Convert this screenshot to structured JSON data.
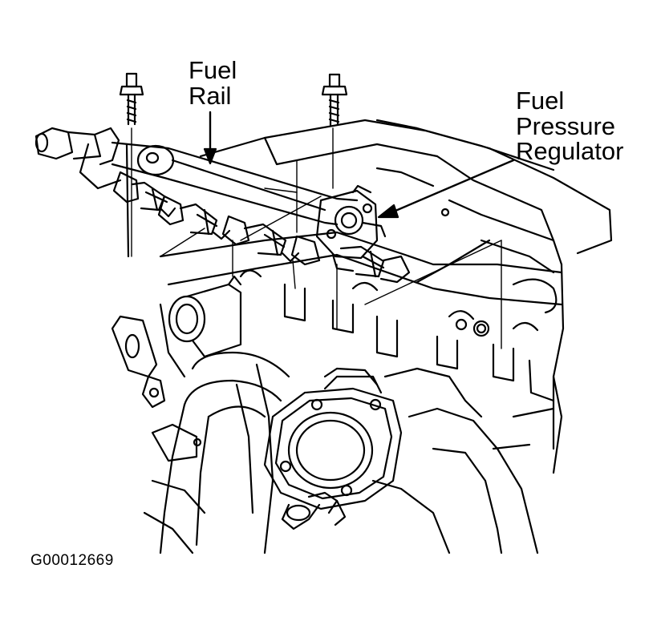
{
  "labels": {
    "fuel_rail": {
      "line1": "Fuel",
      "line2": "Rail"
    },
    "fuel_pressure_regulator": {
      "line1": "Fuel",
      "line2": "Pressure",
      "line3": "Regulator"
    }
  },
  "figure_code": "G00012669",
  "colors": {
    "ink": "#000000",
    "paper": "#ffffff"
  }
}
